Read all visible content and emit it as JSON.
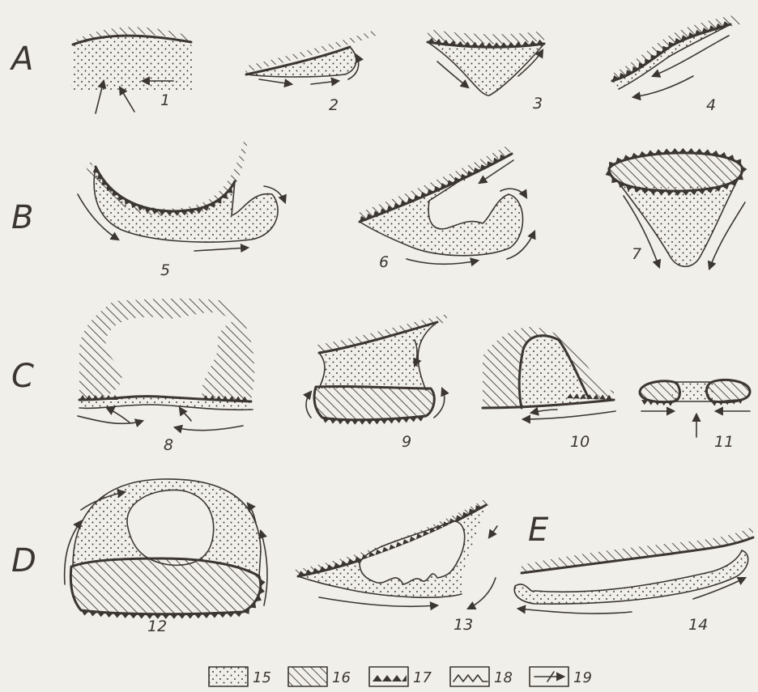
{
  "row_labels": {
    "a": "A",
    "b": "B",
    "c": "C",
    "d": "D",
    "e": "E"
  },
  "panel_numbers": [
    "1",
    "2",
    "3",
    "4",
    "5",
    "6",
    "7",
    "8",
    "9",
    "10",
    "11",
    "12",
    "13",
    "14"
  ],
  "legend": [
    {
      "id": "15",
      "symbol": "dotted-fill"
    },
    {
      "id": "16",
      "symbol": "hatched-fill"
    },
    {
      "id": "17",
      "symbol": "solid-triangle-teeth"
    },
    {
      "id": "18",
      "symbol": "open-triangle-teeth"
    },
    {
      "id": "19",
      "symbol": "flow-arrow"
    }
  ],
  "colors": {
    "ink": "#3b3631",
    "paper": "#f1efe9"
  }
}
